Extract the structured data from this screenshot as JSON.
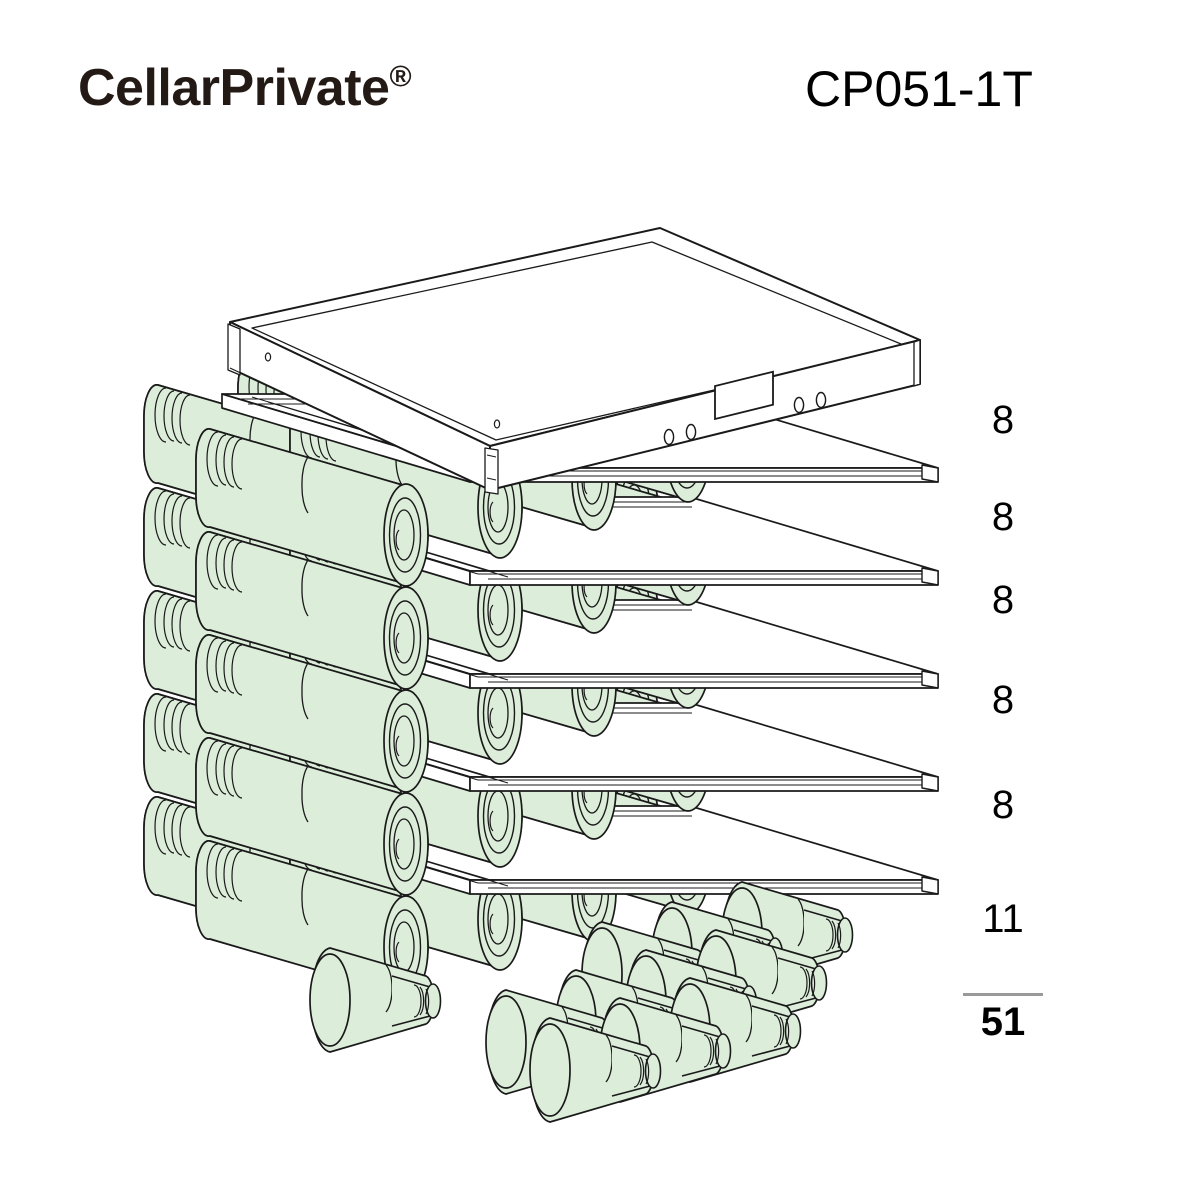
{
  "header": {
    "brand_name": "CellarPrivate",
    "brand_mark": "®",
    "model_number": "CP051-1T"
  },
  "product": {
    "type": "wine-cabinet-capacity-diagram",
    "colors": {
      "bottle_fill": "#dcedda",
      "bottle_stroke": "#1a1a1a",
      "metal_fill": "#ffffff",
      "metal_stroke": "#1a1a1a",
      "text": "#000000",
      "brand_text": "#231a16",
      "rule": "#9a9a9a"
    },
    "shelves": [
      {
        "index": 1,
        "capacity": "8",
        "kind": "sliding-shelf"
      },
      {
        "index": 2,
        "capacity": "8",
        "kind": "sliding-shelf"
      },
      {
        "index": 3,
        "capacity": "8",
        "kind": "sliding-shelf"
      },
      {
        "index": 4,
        "capacity": "8",
        "kind": "sliding-shelf"
      },
      {
        "index": 5,
        "capacity": "8",
        "kind": "sliding-shelf"
      },
      {
        "index": 6,
        "capacity": "11",
        "kind": "bottom-stack"
      }
    ],
    "total_capacity": "51",
    "control_panel": {
      "display": "",
      "button_count": "4"
    }
  }
}
